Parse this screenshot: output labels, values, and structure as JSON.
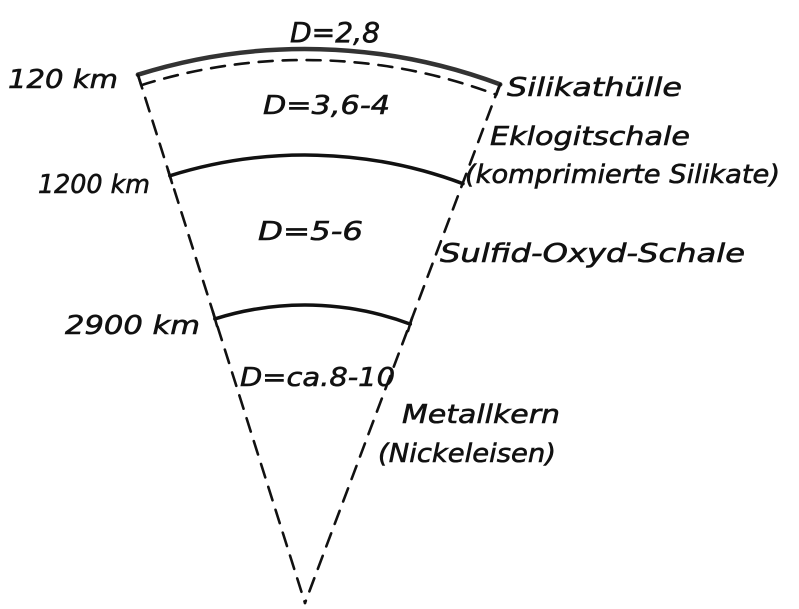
{
  "labels": {
    "surface_density": "D=2,8",
    "depth_120": "120 km",
    "layer1_name": "Silikathülle",
    "layer2_density": "D=3,6-4",
    "layer2_name_line1": "Eklogitschale",
    "layer2_name_line2": "(komprimierte Silikate)",
    "depth_1200": "1200 km",
    "layer3_density": "D=5-6",
    "layer3_name": "Sulfid-Oxyd-Schale",
    "depth_2900": "2900 km",
    "core_density": "D=ca.8-10",
    "core_name_line1": "Metallkern",
    "core_name_line2": "(Nickeleisen)"
  },
  "colors": {
    "ink": "#111111",
    "background": "#ffffff"
  }
}
